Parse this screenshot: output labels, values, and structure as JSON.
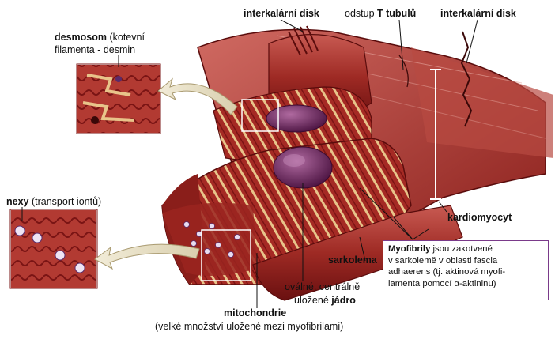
{
  "labels": {
    "intercalated_disc_left": "interkalární disk",
    "t_tubule_prefix": "odstup",
    "t_tubule_bold": "T tubulů",
    "intercalated_disc_right": "interkalární disk",
    "desmosome_bold": "desmosom",
    "desmosome_rest": " (kotevní",
    "desmosome_line2": "filamenta - desmin",
    "nexus_bold": "nexy",
    "nexus_rest": " (transport iontů)",
    "cardiomyocyte": "kardiomyocyt",
    "sarcolemma": "sarkolema",
    "nucleus_line1": "oválné, centrálně",
    "nucleus_line2_prefix": "uložené",
    "nucleus_line2_bold": "jádro",
    "mitochondria": "mitochondrie",
    "mitochondria_note": "(velké množství uložené mezi myofibrilami)"
  },
  "myofibril_box": {
    "line1_bold": "Myofibrily",
    "line1_rest": " jsou zakotvené",
    "line2": "v sarkolemě v oblasti fascia",
    "line3": "adhaerens (tj. aktinová myofi-",
    "line4": "lamenta pomocí α-aktininu)"
  },
  "colors": {
    "muscle_dark": "#7a1414",
    "muscle_mid": "#a8302a",
    "muscle_light": "#c9605a",
    "nucleus": "#6a2a5c",
    "myofibril_band": "#e8c48a",
    "box_border": "#7a3a8a"
  }
}
